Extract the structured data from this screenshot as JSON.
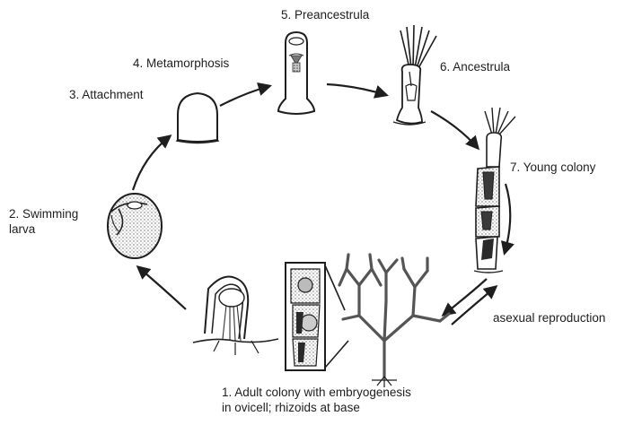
{
  "stages": [
    {
      "id": "adult-colony",
      "lines": [
        "1. Adult colony with embryogenesis",
        "in ovicell; rhizoids at base"
      ]
    },
    {
      "id": "swimming-larva",
      "lines": [
        "2. Swimming",
        "larva"
      ]
    },
    {
      "id": "attachment",
      "lines": [
        "3. Attachment"
      ]
    },
    {
      "id": "metamorphosis",
      "lines": [
        "4. Metamorphosis"
      ]
    },
    {
      "id": "preancestrula",
      "lines": [
        "5. Preancestrula"
      ]
    },
    {
      "id": "ancestrula",
      "lines": [
        "6. Ancestrula"
      ]
    },
    {
      "id": "young-colony",
      "lines": [
        "7. Young colony"
      ]
    }
  ],
  "asexual_label": "asexual reproduction",
  "colors": {
    "ink": "#1e1e1e",
    "stipple": "#555555",
    "dark_fill": "#2a2a2a",
    "light_fill": "#f4f4f4"
  }
}
